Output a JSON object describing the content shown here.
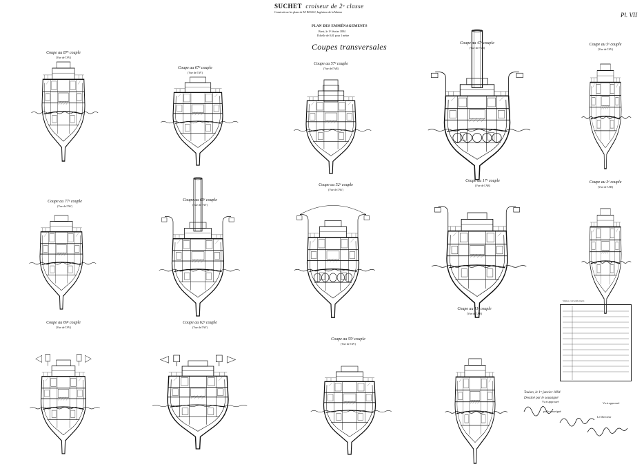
{
  "sheet": {
    "title_main": "SUCHET",
    "title_sub": "croiseur de 2ᵉ classe",
    "subtitle": "Construit sur les plans de Mʳ BOSSU, Ingénieur de la Marine",
    "plan_label": "PLAN DES EMMÉNAGEMENTS",
    "plan_date": "Brest, le 1ᵉʳ février 1894",
    "plan_scale": "Échelle de 0,01 pour 1 mètre",
    "section_heading": "Coupes transversales",
    "plate_number": "Pl. VII"
  },
  "sections": [
    {
      "label": "Coupe au 87ᵉ couple",
      "sub": "(Vue de l'AV)"
    },
    {
      "label": "Coupe au 67ᵉ couple",
      "sub": "(Vue de l'AV)"
    },
    {
      "label": "Coupe au 57ᵉ couple",
      "sub": "(Vue de l'AR)"
    },
    {
      "label": "Coupe au 47ᵉ couple",
      "sub": "(Vue de l'AR)"
    },
    {
      "label": "Coupe au 5ᵉ couple",
      "sub": "(Vue de l'AV)"
    },
    {
      "label": "Coupe au 77ᵉ couple",
      "sub": "(Vue de l'AV)"
    },
    {
      "label": "Coupe au 60ᵉ couple",
      "sub": "(Vue de l'AV)"
    },
    {
      "label": "Coupe au 52ᵉ couple",
      "sub": "(Vue de l'AV)"
    },
    {
      "label": "Coupe au 17ᵉ couple",
      "sub": "(Vue de l'AR)"
    },
    {
      "label": "Coupe au 3ᵉ couple",
      "sub": "(Vue de l'AR)"
    },
    {
      "label": "Coupe au 69ᵉ couple",
      "sub": "(Vue de l'AV)"
    },
    {
      "label": "Coupe au 62ᵉ couple",
      "sub": "(Vue de l'AV)"
    },
    {
      "label": "Coupe au 55ᵉ couple",
      "sub": "(Vue de l'AV)"
    },
    {
      "label": "Coupe au 11ᵉ couple",
      "sub": "(Vue de l'AR)"
    }
  ],
  "legend": {
    "title": "Signes conventionnels"
  },
  "stamps": {
    "line1": "Toulon, le 1ᵉʳ janvier 1894",
    "line2": "Dessiné par le soussigné",
    "line3": "Vu et approuvé",
    "line4": "par le soussigné",
    "line5": "Vu et approuvé",
    "line6": "Le Directeur"
  },
  "colors": {
    "ink": "#111111",
    "paper": "#ffffff"
  }
}
